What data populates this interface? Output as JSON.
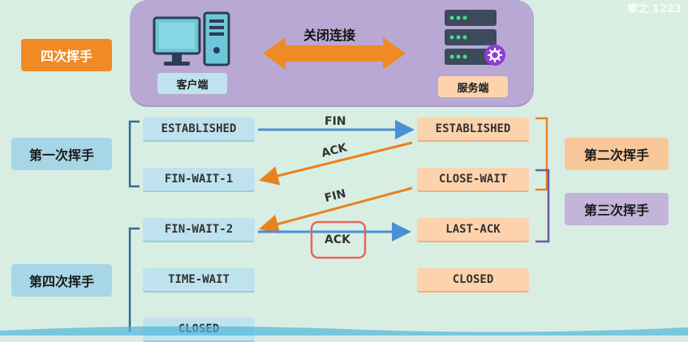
{
  "title": "四次挥手",
  "watermark": "掌之 1223",
  "header": {
    "client_label": "客户端",
    "server_label": "服务端",
    "connection_label": "关闭连接"
  },
  "steps": {
    "first": "第一次挥手",
    "second": "第二次挥手",
    "third": "第三次挥手",
    "fourth": "第四次挥手"
  },
  "client_states": [
    "ESTABLISHED",
    "FIN-WAIT-1",
    "FIN-WAIT-2",
    "TIME-WAIT",
    "CLOSED"
  ],
  "server_states": [
    "ESTABLISHED",
    "CLOSE-WAIT",
    "LAST-ACK",
    "CLOSED"
  ],
  "messages": {
    "fin1": "FIN",
    "ack1": "ACK",
    "fin2": "FIN",
    "ack2": "ACK"
  },
  "colors": {
    "blue_arrow": "#4a8fd6",
    "orange_arrow": "#e8821f",
    "highlight_box": "#e8655a"
  }
}
